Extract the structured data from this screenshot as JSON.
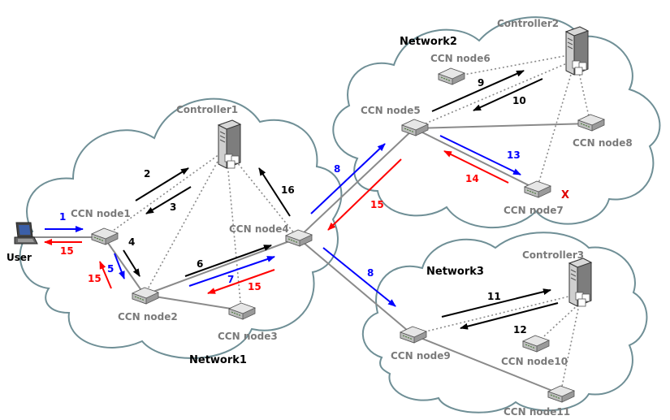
{
  "colors": {
    "cloud_fill": "#ffffff",
    "cloud_stroke": "#6f8f96",
    "link": "#8a8a8a",
    "control_link": "#8a8a8a",
    "black_arrow": "#000000",
    "blue_arrow": "#0000ff",
    "red_arrow": "#ff0000"
  },
  "networks": {
    "network1": "Network1",
    "network2": "Network2",
    "network3": "Network3"
  },
  "controllers": {
    "controller1": "Controller1",
    "controller2": "Controller2",
    "controller3": "Controller3"
  },
  "nodes": {
    "node1": "CCN node1",
    "node2": "CCN node2",
    "node3": "CCN node3",
    "node4": "CCN node4",
    "node5": "CCN node5",
    "node6": "CCN node6",
    "node7": "CCN node7",
    "node8": "CCN node8",
    "node9": "CCN node9",
    "node10": "CCN node10",
    "node11": "CCN node11"
  },
  "user": "User",
  "failure_mark": "X",
  "steps": {
    "s1": "1",
    "s2": "2",
    "s3": "3",
    "s4": "4",
    "s5": "5",
    "s6": "6",
    "s7": "7",
    "s8a": "8",
    "s8b": "8",
    "s9": "9",
    "s10": "10",
    "s11": "11",
    "s12": "12",
    "s13": "13",
    "s14": "14",
    "s15a": "15",
    "s15b": "15",
    "s15c": "15",
    "s15d": "15",
    "s16": "16"
  }
}
